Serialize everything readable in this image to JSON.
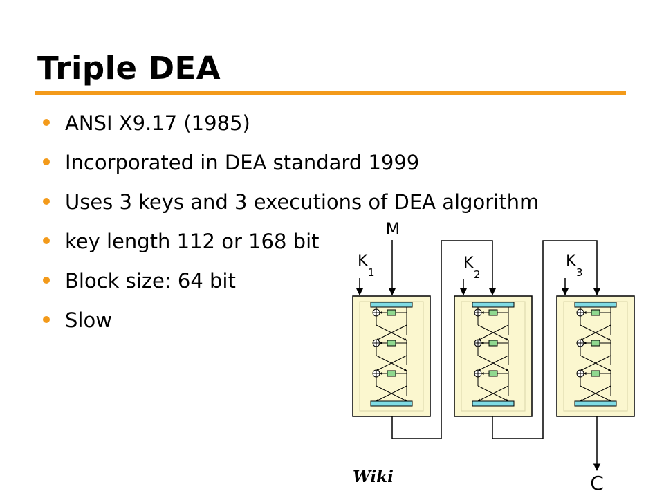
{
  "slide": {
    "title": "Triple DEA",
    "accent_color": "#f39a1a",
    "bullets": [
      "ANSI X9.17 (1985)",
      "Incorporated in DEA standard 1999",
      "Uses 3 keys and 3 executions of DEA algorithm",
      "key length 112 or 168 bit",
      "Block size: 64 bit",
      "Slow"
    ],
    "credit": "Wiki"
  },
  "diagram": {
    "input_label": "M",
    "output_label": "C",
    "stages": [
      {
        "key": "K",
        "sub": "1"
      },
      {
        "key": "K",
        "sub": "2"
      },
      {
        "key": "K",
        "sub": "3"
      }
    ],
    "box_fill": "#fbf7cf",
    "bar_fill": "#7fdbe4",
    "f_fill": "#8fd88f"
  }
}
